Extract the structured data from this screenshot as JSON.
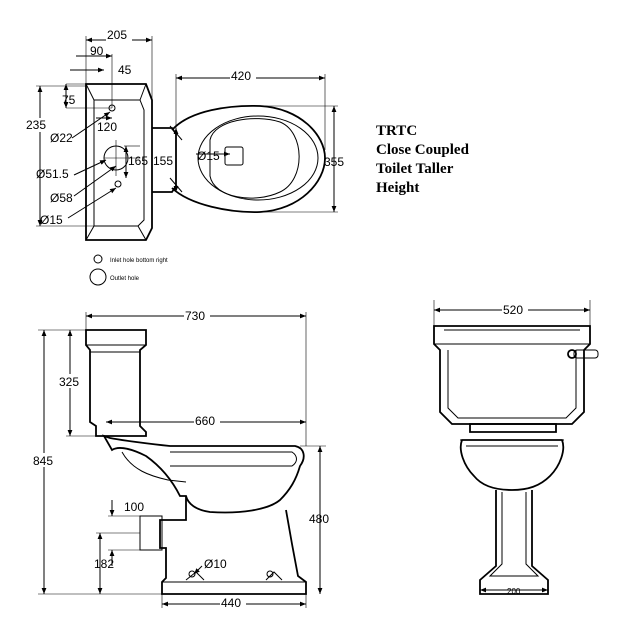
{
  "title": {
    "line1": "TRTC",
    "line2": "Close Coupled",
    "line3": "Toilet Taller",
    "line4": "Height"
  },
  "plan_view": {
    "d205": "205",
    "d90": "90",
    "d45": "45",
    "d420": "420",
    "d75": "75",
    "d235": "235",
    "d120": "120",
    "d22": "Ø22",
    "d15_bowl": "Ø15",
    "d355": "355",
    "d51_5": "Ø51.5",
    "d165": "165",
    "d155": "155",
    "d58": "Ø58",
    "d15_cistern": "Ø15"
  },
  "legend": {
    "inlet": "Inlet hole bottom right",
    "outlet": "Outlet hole"
  },
  "side_view": {
    "d730": "730",
    "d325": "325",
    "d845": "845",
    "d660": "660",
    "d100": "100",
    "d480": "480",
    "d182": "182",
    "d10": "Ø10",
    "d440": "440"
  },
  "front_view": {
    "d520": "520",
    "d200": "200"
  }
}
